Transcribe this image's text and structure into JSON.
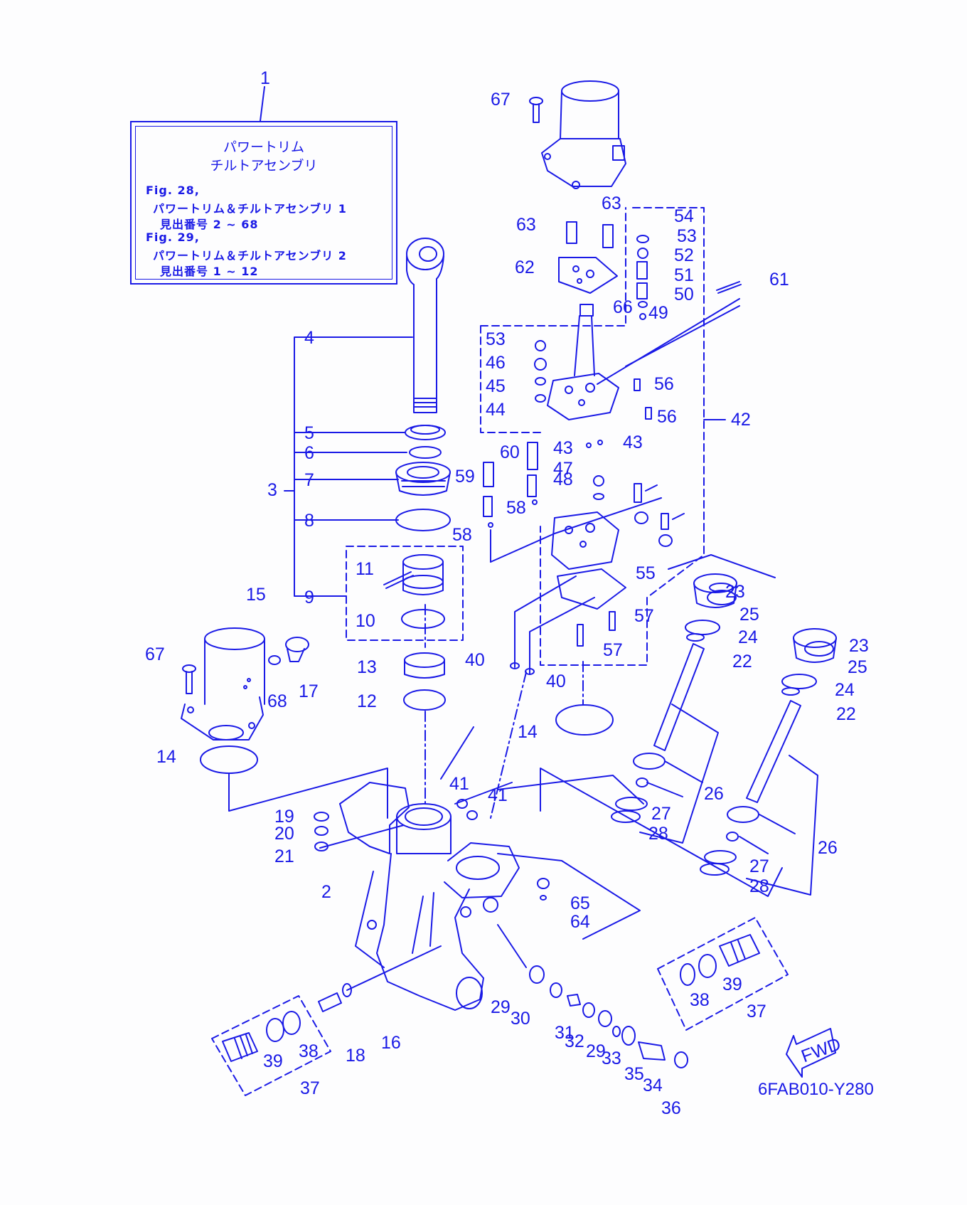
{
  "colors": {
    "line": "#1a1ae6",
    "background": "#fdfdfe"
  },
  "note_box": {
    "title_line1": "パワートリム",
    "title_line2": "チルトアセンブリ",
    "line1": "Fig. 28,",
    "line2": "パワートリム＆チルトアセンブリ 1",
    "line3": "見出番号 2 ~ 68",
    "line4": "Fig. 29,",
    "line5": "パワートリム＆チルトアセンブリ 2",
    "line6": "見出番号 1 ~ 12"
  },
  "drawing_code": "6FAB010-Y280",
  "fwd_label": "FWD",
  "callouts": [
    "1",
    "2",
    "3",
    "4",
    "5",
    "6",
    "7",
    "8",
    "9",
    "10",
    "11",
    "12",
    "13",
    "14",
    "14",
    "15",
    "16",
    "17",
    "18",
    "19",
    "20",
    "21",
    "22",
    "22",
    "23",
    "23",
    "24",
    "24",
    "25",
    "25",
    "26",
    "26",
    "27",
    "27",
    "28",
    "28",
    "29",
    "29",
    "30",
    "31",
    "32",
    "33",
    "34",
    "35",
    "36",
    "37",
    "37",
    "38",
    "38",
    "39",
    "39",
    "40",
    "40",
    "41",
    "41",
    "42",
    "43",
    "43",
    "44",
    "45",
    "46",
    "47",
    "48",
    "49",
    "50",
    "51",
    "52",
    "53",
    "53",
    "54",
    "55",
    "56",
    "56",
    "57",
    "57",
    "58",
    "58",
    "59",
    "60",
    "61",
    "62",
    "63",
    "63",
    "64",
    "65",
    "66",
    "67",
    "67",
    "68"
  ]
}
